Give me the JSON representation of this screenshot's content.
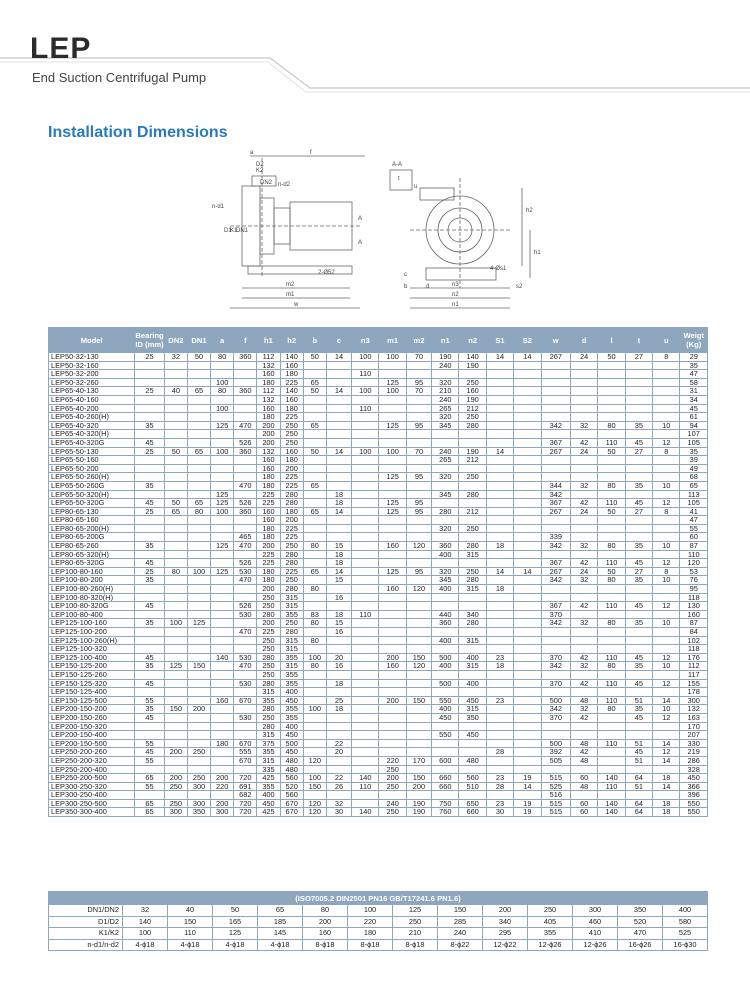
{
  "header": {
    "brand": "LEP",
    "subtitle": "End Suction Centrifugal Pump"
  },
  "section_title": "Installation Dimensions",
  "drawing_labels": [
    "a",
    "f",
    "D2",
    "K2",
    "DN2",
    "n-d2",
    "n-d1",
    "D1",
    "K1",
    "DN1",
    "A",
    "A",
    "A-A",
    "t",
    "u",
    "h1",
    "h2",
    "2-Ø52",
    "m2",
    "m1",
    "w",
    "c",
    "b",
    "n3",
    "n2",
    "n1",
    "4-Øs1",
    "s2",
    "d"
  ],
  "table_headers": [
    "Model",
    "Bearing ID (mm)",
    "DN2",
    "DN1",
    "a",
    "f",
    "h1",
    "h2",
    "b",
    "c",
    "n3",
    "m1",
    "m2",
    "n1",
    "n2",
    "S1",
    "S2",
    "w",
    "d",
    "l",
    "t",
    "u",
    "Weigt (Kg)"
  ],
  "rows": [
    [
      "LEP50-32-130",
      "25",
      "32",
      "50",
      "80",
      "360",
      "112",
      "140",
      "50",
      "14",
      "100",
      "100",
      "70",
      "190",
      "140",
      "14",
      "14",
      "267",
      "24",
      "50",
      "27",
      "8",
      "29"
    ],
    [
      "LEP50-32-160",
      "",
      "",
      "",
      "",
      "",
      "132",
      "160",
      "",
      "",
      "",
      "",
      "",
      "240",
      "190",
      "",
      "",
      "",
      "",
      "",
      "",
      "",
      "35"
    ],
    [
      "LEP50-32-200",
      "",
      "",
      "",
      "",
      "",
      "160",
      "180",
      "",
      "",
      "110",
      "",
      "",
      "",
      "",
      "",
      "",
      "",
      "",
      "",
      "",
      "",
      "47"
    ],
    [
      "LEP50-32-260",
      "",
      "",
      "",
      "100",
      "",
      "180",
      "225",
      "65",
      "",
      "",
      "125",
      "95",
      "320",
      "250",
      "",
      "",
      "",
      "",
      "",
      "",
      "",
      "58"
    ],
    [
      "LEP65-40-130",
      "25",
      "40",
      "65",
      "80",
      "360",
      "112",
      "140",
      "50",
      "14",
      "100",
      "100",
      "70",
      "210",
      "160",
      "",
      "",
      "",
      "",
      "",
      "",
      "",
      "31"
    ],
    [
      "LEP65-40-160",
      "",
      "",
      "",
      "",
      "",
      "132",
      "160",
      "",
      "",
      "",
      "",
      "",
      "240",
      "190",
      "",
      "",
      "",
      "",
      "",
      "",
      "",
      "34"
    ],
    [
      "LEP65-40-200",
      "",
      "",
      "",
      "100",
      "",
      "160",
      "180",
      "",
      "",
      "110",
      "",
      "",
      "265",
      "212",
      "",
      "",
      "",
      "",
      "",
      "",
      "",
      "45"
    ],
    [
      "LEP65-40-260(H)",
      "",
      "",
      "",
      "",
      "",
      "180",
      "225",
      "",
      "",
      "",
      "",
      "",
      "320",
      "250",
      "",
      "",
      "",
      "",
      "",
      "",
      "",
      "61"
    ],
    [
      "LEP65-40-320",
      "35",
      "",
      "",
      "125",
      "470",
      "200",
      "250",
      "65",
      "",
      "",
      "125",
      "95",
      "345",
      "280",
      "",
      "",
      "342",
      "32",
      "80",
      "35",
      "10",
      "94"
    ],
    [
      "LEP65-40-320(H)",
      "",
      "",
      "",
      "",
      "",
      "200",
      "250",
      "",
      "",
      "",
      "",
      "",
      "",
      "",
      "",
      "",
      "",
      "",
      "",
      "",
      "",
      "107"
    ],
    [
      "LEP65-40-320G",
      "45",
      "",
      "",
      "",
      "526",
      "200",
      "250",
      "",
      "",
      "",
      "",
      "",
      "",
      "",
      "",
      "",
      "367",
      "42",
      "110",
      "45",
      "12",
      "105"
    ],
    [
      "LEP65-50-130",
      "25",
      "50",
      "65",
      "100",
      "360",
      "132",
      "160",
      "50",
      "14",
      "100",
      "100",
      "70",
      "240",
      "190",
      "14",
      "",
      "267",
      "24",
      "50",
      "27",
      "8",
      "35"
    ],
    [
      "LEP65-50-160",
      "",
      "",
      "",
      "",
      "",
      "160",
      "180",
      "",
      "",
      "",
      "",
      "",
      "265",
      "212",
      "",
      "",
      "",
      "",
      "",
      "",
      "",
      "39"
    ],
    [
      "LEP65-50-200",
      "",
      "",
      "",
      "",
      "",
      "160",
      "200",
      "",
      "",
      "",
      "",
      "",
      "",
      "",
      "",
      "",
      "",
      "",
      "",
      "",
      "",
      "49"
    ],
    [
      "LEP65-50-260(H)",
      "",
      "",
      "",
      "",
      "",
      "180",
      "225",
      "",
      "",
      "",
      "125",
      "95",
      "320",
      "250",
      "",
      "",
      "",
      "",
      "",
      "",
      "",
      "68"
    ],
    [
      "LEP65-50-260G",
      "35",
      "",
      "",
      "",
      "470",
      "180",
      "225",
      "65",
      "",
      "",
      "",
      "",
      "",
      "",
      "",
      "",
      "344",
      "32",
      "80",
      "35",
      "10",
      "65"
    ],
    [
      "LEP65-50-320(H)",
      "",
      "",
      "",
      "125",
      "",
      "225",
      "280",
      "",
      "18",
      "",
      "",
      "",
      "345",
      "280",
      "",
      "",
      "342",
      "",
      "",
      "",
      "",
      "113"
    ],
    [
      "LEP65-50-320G",
      "45",
      "50",
      "65",
      "125",
      "526",
      "225",
      "280",
      "",
      "18",
      "",
      "125",
      "95",
      "",
      "",
      "",
      "",
      "367",
      "42",
      "110",
      "45",
      "12",
      "105"
    ],
    [
      "LEP80-65-130",
      "25",
      "65",
      "80",
      "100",
      "360",
      "160",
      "180",
      "65",
      "14",
      "",
      "125",
      "95",
      "280",
      "212",
      "",
      "",
      "267",
      "24",
      "50",
      "27",
      "8",
      "41"
    ],
    [
      "LEP80-65-160",
      "",
      "",
      "",
      "",
      "",
      "160",
      "200",
      "",
      "",
      "",
      "",
      "",
      "",
      "",
      "",
      "",
      "",
      "",
      "",
      "",
      "",
      "47"
    ],
    [
      "LEP80-65-200(H)",
      "",
      "",
      "",
      "",
      "",
      "180",
      "225",
      "",
      "",
      "",
      "",
      "",
      "320",
      "250",
      "",
      "",
      "",
      "",
      "",
      "",
      "",
      "55"
    ],
    [
      "LEP80-65-200G",
      "",
      "",
      "",
      "",
      "465",
      "180",
      "225",
      "",
      "",
      "",
      "",
      "",
      "",
      "",
      "",
      "",
      "339",
      "",
      "",
      "",
      "",
      "60"
    ],
    [
      "LEP80-65-260",
      "35",
      "",
      "",
      "125",
      "470",
      "200",
      "250",
      "80",
      "15",
      "",
      "160",
      "120",
      "360",
      "280",
      "18",
      "",
      "342",
      "32",
      "80",
      "35",
      "10",
      "87"
    ],
    [
      "LEP80-65-320(H)",
      "",
      "",
      "",
      "",
      "",
      "225",
      "280",
      "",
      "18",
      "",
      "",
      "",
      "400",
      "315",
      "",
      "",
      "",
      "",
      "",
      "",
      "",
      "110"
    ],
    [
      "LEP80-65-320G",
      "45",
      "",
      "",
      "",
      "526",
      "225",
      "280",
      "",
      "18",
      "",
      "",
      "",
      "",
      "",
      "",
      "",
      "367",
      "42",
      "110",
      "45",
      "12",
      "120"
    ],
    [
      "LEP100-80-160",
      "25",
      "80",
      "100",
      "125",
      "530",
      "180",
      "225",
      "65",
      "14",
      "",
      "125",
      "95",
      "320",
      "250",
      "14",
      "14",
      "267",
      "24",
      "50",
      "27",
      "8",
      "53"
    ],
    [
      "LEP100-80-200",
      "35",
      "",
      "",
      "",
      "470",
      "180",
      "250",
      "",
      "15",
      "",
      "",
      "",
      "345",
      "280",
      "",
      "",
      "342",
      "32",
      "80",
      "35",
      "10",
      "76"
    ],
    [
      "LEP100-80-260(H)",
      "",
      "",
      "",
      "",
      "",
      "200",
      "280",
      "80",
      "",
      "",
      "160",
      "120",
      "400",
      "315",
      "18",
      "",
      "",
      "",
      "",
      "",
      "",
      "95"
    ],
    [
      "LEP100-80-320(H)",
      "",
      "",
      "",
      "",
      "",
      "250",
      "315",
      "",
      "16",
      "",
      "",
      "",
      "",
      "",
      "",
      "",
      "",
      "",
      "",
      "",
      "",
      "118"
    ],
    [
      "LEP100-80-320G",
      "45",
      "",
      "",
      "",
      "526",
      "250",
      "315",
      "",
      "",
      "",
      "",
      "",
      "",
      "",
      "",
      "",
      "367",
      "42",
      "110",
      "45",
      "12",
      "130"
    ],
    [
      "LEP100-80-400",
      "",
      "",
      "",
      "",
      "530",
      "280",
      "355",
      "83",
      "18",
      "110",
      "",
      "",
      "440",
      "340",
      "",
      "",
      "370",
      "",
      "",
      "",
      "",
      "160"
    ],
    [
      "LEP125-100-160",
      "35",
      "100",
      "125",
      "",
      "",
      "200",
      "250",
      "80",
      "15",
      "",
      "",
      "",
      "360",
      "280",
      "",
      "",
      "342",
      "32",
      "80",
      "35",
      "10",
      "87"
    ],
    [
      "LEP125-100-200",
      "",
      "",
      "",
      "",
      "470",
      "225",
      "280",
      "",
      "16",
      "",
      "",
      "",
      "",
      "",
      "",
      "",
      "",
      "",
      "",
      "",
      "",
      "84"
    ],
    [
      "LEP125-100-260(H)",
      "",
      "",
      "",
      "",
      "",
      "250",
      "315",
      "80",
      "",
      "",
      "",
      "",
      "400",
      "315",
      "",
      "",
      "",
      "",
      "",
      "",
      "",
      "102"
    ],
    [
      "LEP125-100-320",
      "",
      "",
      "",
      "",
      "",
      "250",
      "315",
      "",
      "",
      "",
      "",
      "",
      "",
      "",
      "",
      "",
      "",
      "",
      "",
      "",
      "",
      "118"
    ],
    [
      "LEP125-100-400",
      "45",
      "",
      "",
      "140",
      "530",
      "280",
      "355",
      "100",
      "20",
      "",
      "200",
      "150",
      "500",
      "400",
      "23",
      "",
      "370",
      "42",
      "110",
      "45",
      "12",
      "176"
    ],
    [
      "LEP150-125-200",
      "35",
      "125",
      "150",
      "",
      "470",
      "250",
      "315",
      "80",
      "16",
      "",
      "160",
      "120",
      "400",
      "315",
      "18",
      "",
      "342",
      "32",
      "80",
      "35",
      "10",
      "112"
    ],
    [
      "LEP150-125-260",
      "",
      "",
      "",
      "",
      "",
      "250",
      "355",
      "",
      "",
      "",
      "",
      "",
      "",
      "",
      "",
      "",
      "",
      "",
      "",
      "",
      "",
      "117"
    ],
    [
      "LEP150-125-320",
      "45",
      "",
      "",
      "",
      "530",
      "280",
      "355",
      "",
      "18",
      "",
      "",
      "",
      "500",
      "400",
      "",
      "",
      "370",
      "42",
      "110",
      "45",
      "12",
      "155"
    ],
    [
      "LEP150-125-400",
      "",
      "",
      "",
      "",
      "",
      "315",
      "400",
      "",
      "",
      "",
      "",
      "",
      "",
      "",
      "",
      "",
      "",
      "",
      "",
      "",
      "",
      "178"
    ],
    [
      "LEP150-125-500",
      "55",
      "",
      "",
      "160",
      "670",
      "355",
      "450",
      "",
      "25",
      "",
      "200",
      "150",
      "550",
      "450",
      "23",
      "",
      "500",
      "48",
      "110",
      "51",
      "14",
      "300"
    ],
    [
      "LEP200-150-200",
      "35",
      "150",
      "200",
      "",
      "",
      "280",
      "355",
      "100",
      "18",
      "",
      "",
      "",
      "400",
      "315",
      "",
      "",
      "342",
      "32",
      "80",
      "35",
      "10",
      "132"
    ],
    [
      "LEP200-150-260",
      "45",
      "",
      "",
      "",
      "530",
      "250",
      "355",
      "",
      "",
      "",
      "",
      "",
      "450",
      "350",
      "",
      "",
      "370",
      "42",
      "",
      "45",
      "12",
      "163"
    ],
    [
      "LEP200-150-320",
      "",
      "",
      "",
      "",
      "",
      "280",
      "400",
      "",
      "",
      "",
      "",
      "",
      "",
      "",
      "",
      "",
      "",
      "",
      "",
      "",
      "",
      "170"
    ],
    [
      "LEP200-150-400",
      "",
      "",
      "",
      "",
      "",
      "315",
      "450",
      "",
      "",
      "",
      "",
      "",
      "550",
      "450",
      "",
      "",
      "",
      "",
      "",
      "",
      "",
      "207"
    ],
    [
      "LEP200-150-500",
      "55",
      "",
      "",
      "180",
      "670",
      "375",
      "500",
      "",
      "22",
      "",
      "",
      "",
      "",
      "",
      "",
      "",
      "500",
      "48",
      "110",
      "51",
      "14",
      "330"
    ],
    [
      "LEP250-200-260",
      "45",
      "200",
      "250",
      "",
      "555",
      "355",
      "450",
      "",
      "20",
      "",
      "",
      "",
      "",
      "",
      "28",
      "",
      "392",
      "42",
      "",
      "45",
      "12",
      "219"
    ],
    [
      "LEP250-200-320",
      "55",
      "",
      "",
      "",
      "670",
      "315",
      "480",
      "120",
      "",
      "",
      "220",
      "170",
      "600",
      "480",
      "",
      "",
      "505",
      "48",
      "",
      "51",
      "14",
      "286"
    ],
    [
      "LEP250-200-400",
      "",
      "",
      "",
      "",
      "",
      "335",
      "480",
      "",
      "",
      "",
      "250",
      "",
      "",
      "",
      "",
      "",
      "",
      "",
      "",
      "",
      "",
      "328"
    ],
    [
      "LEP250-200-500",
      "65",
      "200",
      "250",
      "200",
      "720",
      "425",
      "560",
      "100",
      "22",
      "140",
      "200",
      "150",
      "660",
      "560",
      "23",
      "19",
      "515",
      "60",
      "140",
      "64",
      "18",
      "450"
    ],
    [
      "LEP300-250-320",
      "55",
      "250",
      "300",
      "220",
      "691",
      "355",
      "520",
      "150",
      "26",
      "110",
      "250",
      "200",
      "660",
      "510",
      "28",
      "14",
      "525",
      "48",
      "110",
      "51",
      "14",
      "366"
    ],
    [
      "LEP300-250-400",
      "",
      "",
      "",
      "",
      "682",
      "400",
      "560",
      "",
      "",
      "",
      "",
      "",
      "",
      "",
      "",
      "",
      "516",
      "",
      "",
      "",
      "",
      "396"
    ],
    [
      "LEP300-250-500",
      "65",
      "250",
      "300",
      "200",
      "720",
      "450",
      "670",
      "120",
      "32",
      "",
      "240",
      "190",
      "750",
      "650",
      "23",
      "19",
      "515",
      "60",
      "140",
      "64",
      "18",
      "550"
    ],
    [
      "LEP350-300-400",
      "65",
      "300",
      "350",
      "300",
      "720",
      "425",
      "670",
      "120",
      "30",
      "140",
      "250",
      "190",
      "760",
      "660",
      "30",
      "19",
      "515",
      "60",
      "140",
      "64",
      "18",
      "550"
    ]
  ],
  "flange": {
    "title": "(ISO7005.2  DIN2501  PN16  GB/T17241.6  PN1.6)",
    "rows": [
      {
        "label": "DN1/DN2",
        "values": [
          "32",
          "40",
          "50",
          "65",
          "80",
          "100",
          "125",
          "150",
          "200",
          "250",
          "300",
          "350",
          "400"
        ]
      },
      {
        "label": "D1/D2",
        "values": [
          "140",
          "150",
          "165",
          "185",
          "200",
          "220",
          "250",
          "285",
          "340",
          "405",
          "460",
          "520",
          "580"
        ]
      },
      {
        "label": "K1/K2",
        "values": [
          "100",
          "110",
          "125",
          "145",
          "160",
          "180",
          "210",
          "240",
          "295",
          "355",
          "410",
          "470",
          "525"
        ]
      },
      {
        "label": "n-d1/n-d2",
        "values": [
          "4-ϕ18",
          "4-ϕ18",
          "4-ϕ18",
          "4-ϕ18",
          "8-ϕ18",
          "8-ϕ18",
          "8-ϕ18",
          "8-ϕ22",
          "12-ϕ22",
          "12-ϕ26",
          "12-ϕ26",
          "16-ϕ26",
          "16-ϕ30"
        ]
      }
    ]
  },
  "colors": {
    "brand_blue": "#2a7ab7",
    "header_fill": "#8fa6bf",
    "line": "#8fa6bf"
  }
}
